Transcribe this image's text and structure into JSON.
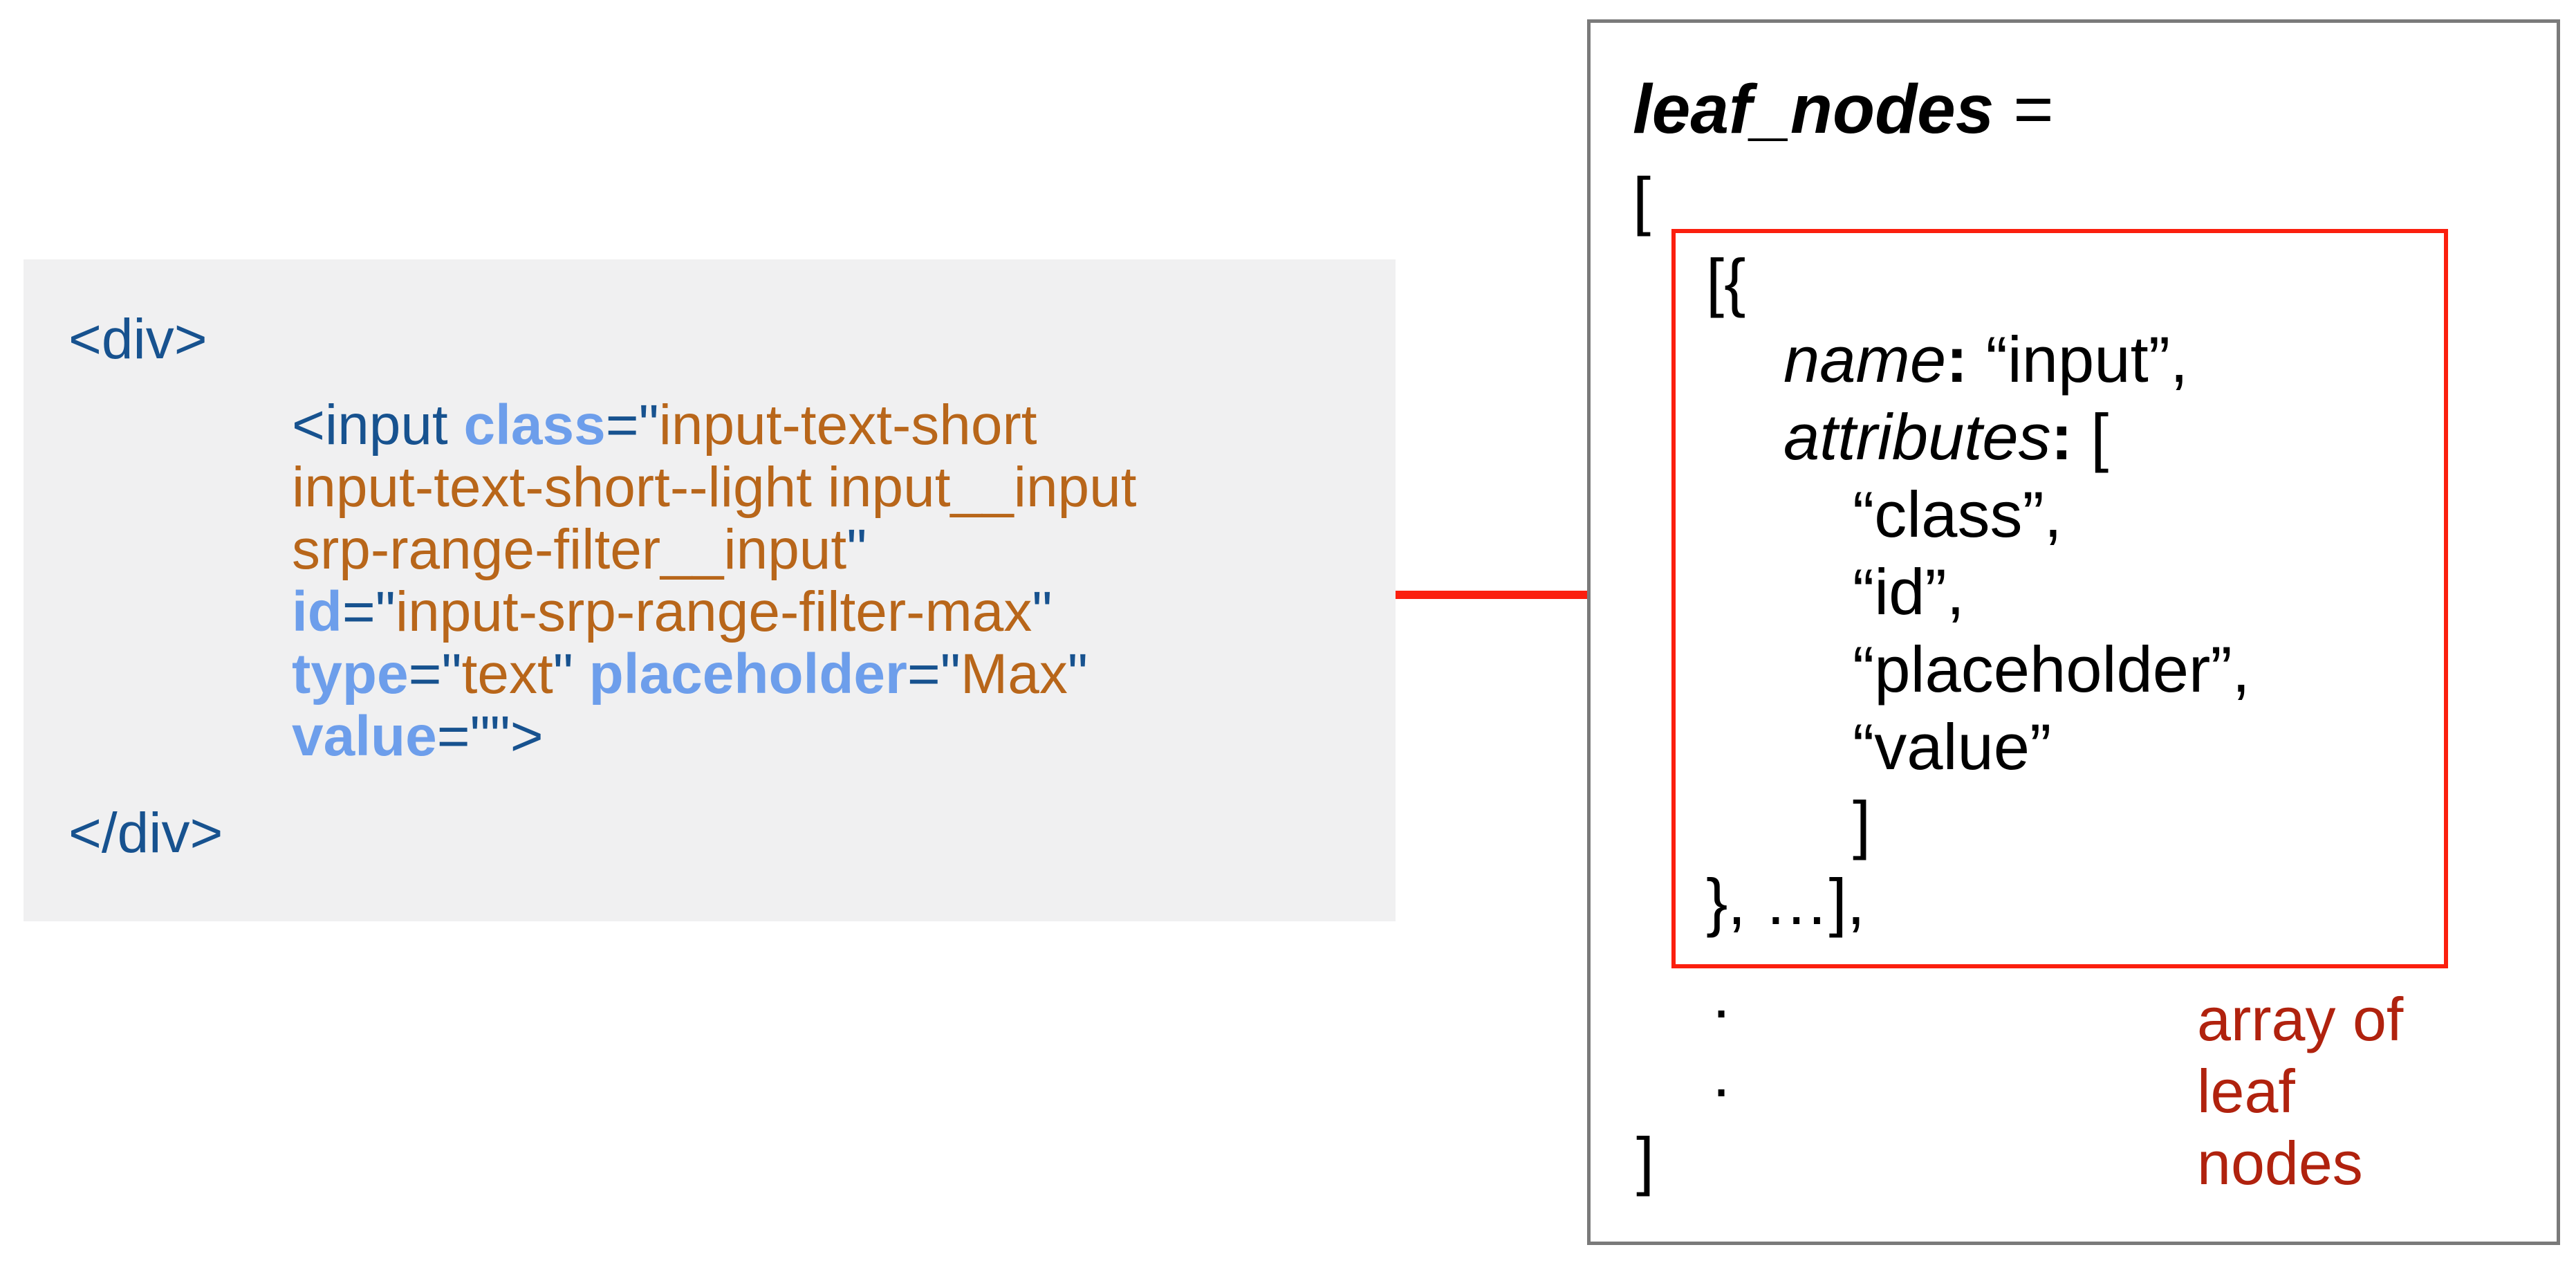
{
  "palette": {
    "tag_blue": "#17528f",
    "attribute_blue": "#6d9eeb",
    "value_orange": "#b8661a",
    "code_panel_gray": "#f0f0f1",
    "accent_red": "#fb1f0e",
    "caption_dark_red": "#b0220e",
    "panel_border_gray": "#7a7a7a",
    "text_black": "#000000"
  },
  "html_snippet": {
    "lines": [
      {
        "indent": 0,
        "tokens": [
          {
            "t": "<div>",
            "s": "tag"
          }
        ]
      },
      {
        "indent": 1,
        "tokens": [
          {
            "t": "<input ",
            "s": "tag"
          },
          {
            "t": "class",
            "s": "attr"
          },
          {
            "t": "=\"",
            "s": "tag"
          },
          {
            "t": "input-text-short",
            "s": "val"
          }
        ]
      },
      {
        "indent": 1,
        "tokens": [
          {
            "t": "input-text-short--light input__input",
            "s": "val"
          }
        ]
      },
      {
        "indent": 1,
        "tokens": [
          {
            "t": "srp-range-filter__input",
            "s": "val"
          },
          {
            "t": "\"",
            "s": "tag"
          }
        ]
      },
      {
        "indent": 1,
        "tokens": [
          {
            "t": "id",
            "s": "attr"
          },
          {
            "t": "=\"",
            "s": "tag"
          },
          {
            "t": "input-srp-range-filter-max",
            "s": "val"
          },
          {
            "t": "\"",
            "s": "tag"
          }
        ]
      },
      {
        "indent": 1,
        "tokens": [
          {
            "t": "type",
            "s": "attr"
          },
          {
            "t": "=\"",
            "s": "tag"
          },
          {
            "t": "text",
            "s": "val"
          },
          {
            "t": "\" ",
            "s": "tag"
          },
          {
            "t": "placeholder",
            "s": "attr"
          },
          {
            "t": "=\"",
            "s": "tag"
          },
          {
            "t": "Max",
            "s": "val"
          },
          {
            "t": "\"",
            "s": "tag"
          }
        ]
      },
      {
        "indent": 1,
        "tokens": [
          {
            "t": "value",
            "s": "attr"
          },
          {
            "t": "=\"\">",
            "s": "tag"
          }
        ]
      },
      {
        "indent": 0,
        "tokens": [
          {
            "t": "</div>",
            "s": "tag"
          }
        ]
      }
    ]
  },
  "result_panel": {
    "title_var": "leaf_nodes",
    "title_eq": " =",
    "open_bracket": "[",
    "leaf_node_lines": [
      {
        "indent": 0,
        "tokens": [
          {
            "t": "[{",
            "s": "plain"
          }
        ]
      },
      {
        "indent": 1,
        "tokens": [
          {
            "t": "name",
            "s": "key"
          },
          {
            "t": ":",
            "s": "colon"
          },
          {
            "t": " “input”,",
            "s": "plain"
          }
        ]
      },
      {
        "indent": 1,
        "tokens": [
          {
            "t": "attributes",
            "s": "key"
          },
          {
            "t": ":",
            "s": "colon"
          },
          {
            "t": " [",
            "s": "plain"
          }
        ]
      },
      {
        "indent": 2,
        "tokens": [
          {
            "t": "“class”,",
            "s": "plain"
          }
        ]
      },
      {
        "indent": 2,
        "tokens": [
          {
            "t": "“id”,",
            "s": "plain"
          }
        ]
      },
      {
        "indent": 2,
        "tokens": [
          {
            "t": "“placeholder”,",
            "s": "plain"
          }
        ]
      },
      {
        "indent": 2,
        "tokens": [
          {
            "t": "“value”",
            "s": "plain"
          }
        ]
      },
      {
        "indent": 2,
        "tokens": [
          {
            "t": "]",
            "s": "plain"
          }
        ]
      },
      {
        "indent": 0,
        "tokens": [
          {
            "t": "}, …],",
            "s": "plain"
          }
        ]
      }
    ],
    "continuation_dots": [
      ".",
      "."
    ],
    "close_bracket": "]",
    "annotation_lines": [
      "array of",
      "leaf",
      "nodes"
    ]
  }
}
